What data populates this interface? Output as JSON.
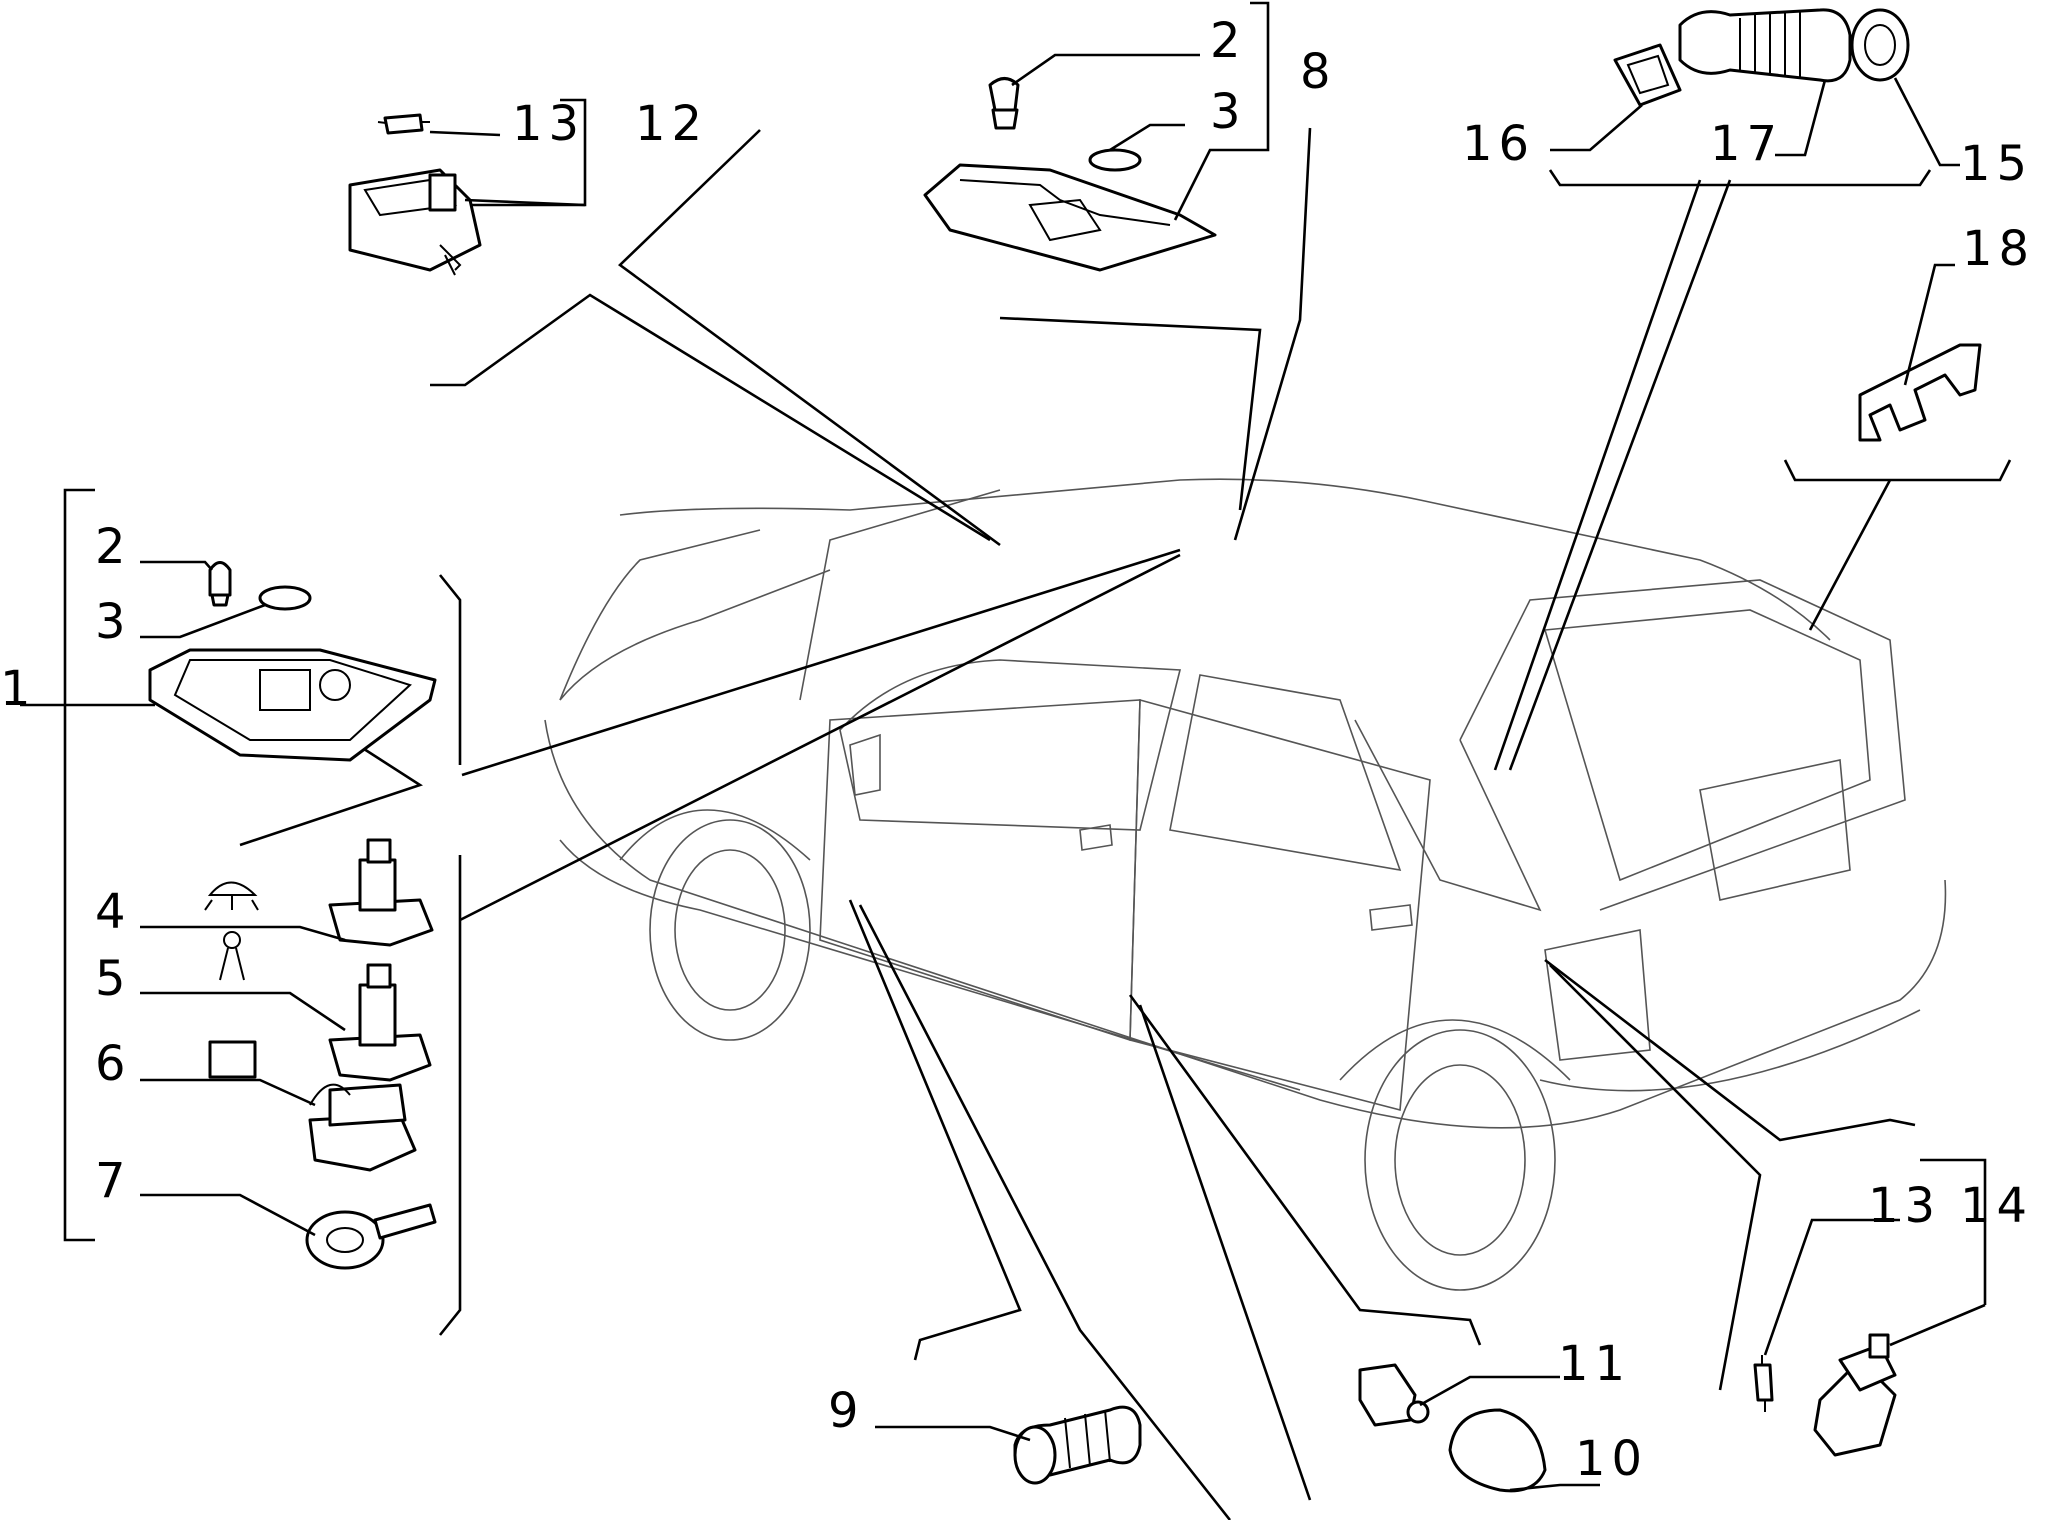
{
  "callouts": {
    "c1": "1",
    "c2a": "2",
    "c2b": "2",
    "c3a": "3",
    "c3b": "3",
    "c4": "4",
    "c5": "5",
    "c6": "6",
    "c7": "7",
    "c8": "8",
    "c9": "9",
    "c10": "10",
    "c11": "11",
    "c12": "12",
    "c13a": "13",
    "c13b": "13",
    "c14": "14",
    "c15": "15",
    "c16": "16",
    "c17": "17",
    "c18": "18"
  },
  "colors": {
    "line": "#000000",
    "car_outline": "#555555",
    "background": "#ffffff"
  }
}
